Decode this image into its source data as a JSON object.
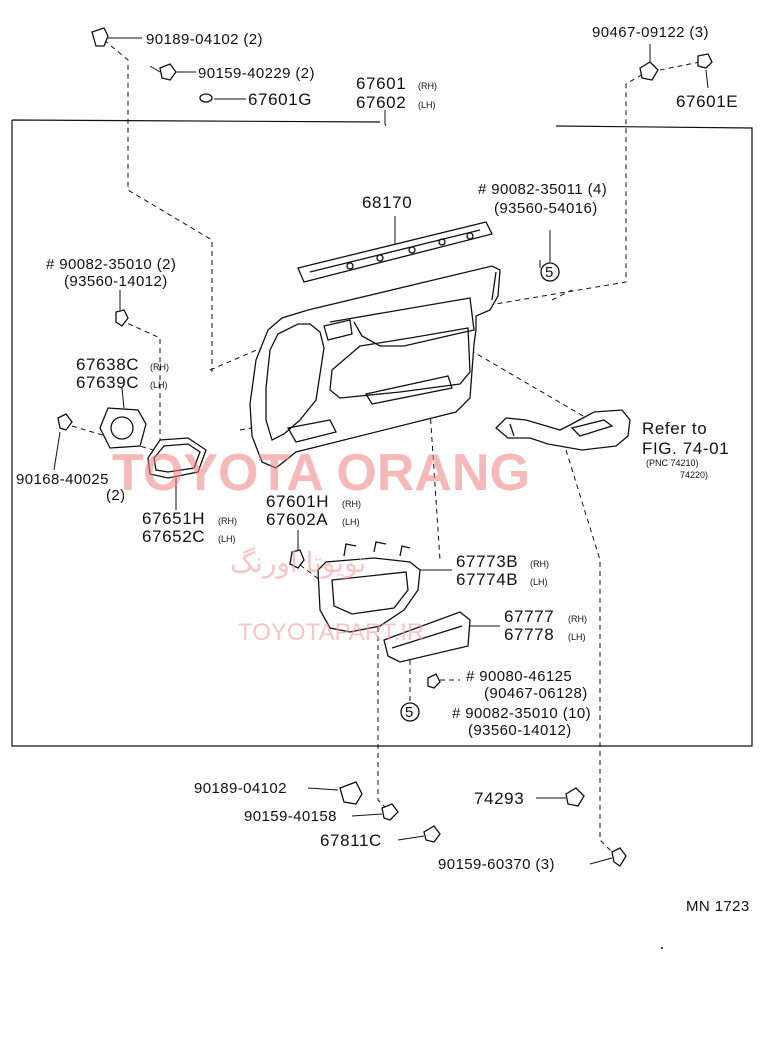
{
  "labels": {
    "p90189_04102_top": "90189-04102 (2)",
    "p90159_40229": "90159-40229 (2)",
    "p67601G": "67601G",
    "p67601_rh": "67601",
    "p67602_lh": "67602",
    "p90467_09122": "90467-09122 (3)",
    "p67601E": "67601E",
    "p68170": "68170",
    "p90082_35011": "# 90082-35011 (4)",
    "p93560_54016": "(93560-54016)",
    "p90082_35010_a": "# 90082-35010 (2)",
    "p93560_14012_a": "(93560-14012)",
    "p67638C": "67638C",
    "p67639C": "67639C",
    "refer_to": "Refer to",
    "fig": "FIG. 74-01",
    "pnc_a": "(PNC 74210)",
    "pnc_b": "74220)",
    "p90168_40025": "90168-40025",
    "p90168_qty": "(2)",
    "p67651H": "67651H",
    "p67652C": "67652C",
    "p67601H": "67601H",
    "p67602A": "67602A",
    "p67773B": "67773B",
    "p67774B": "67774B",
    "p67777": "67777",
    "p67778": "67778",
    "p90080_46125": "# 90080-46125",
    "p90467_06128": "(90467-06128)",
    "p90082_35010_b": "# 90082-35010 (10)",
    "p93560_14012_b": "(93560-14012)",
    "p90189_04102_bot": "90189-04102",
    "p90159_40158": "90159-40158",
    "p67811C": "67811C",
    "p74293": "74293",
    "p90159_60370": "90159-60370 (3)",
    "mn": "MN 1723",
    "circle5": "5"
  },
  "side": {
    "rh": "(RH)",
    "lh": "(LH)"
  },
  "watermark": {
    "main": "TOYOTA ORANG",
    "persian": "تویوتا اورنگ",
    "url": "TOYOTAPART.IR"
  }
}
